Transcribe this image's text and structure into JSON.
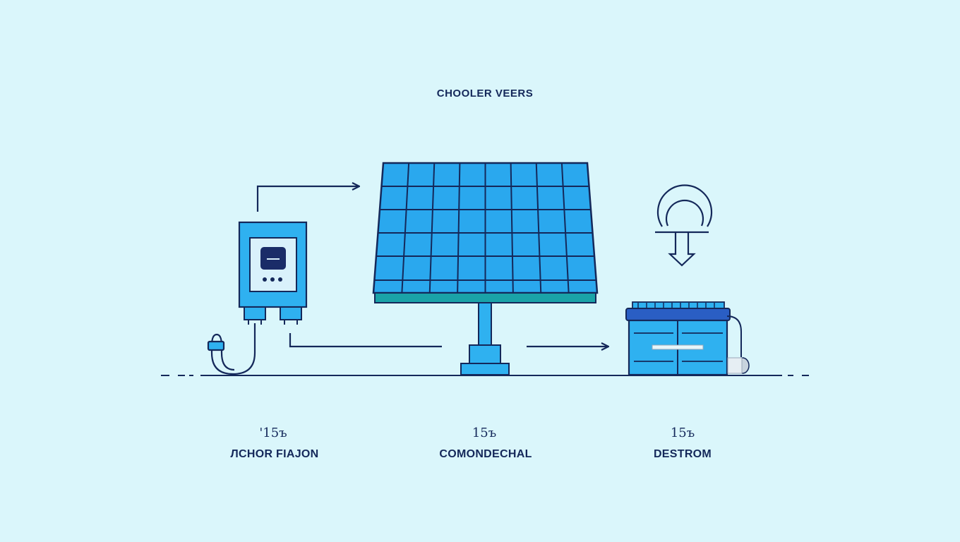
{
  "title": "CHOOLER VEERS",
  "nodes": [
    {
      "id": "inverter",
      "value": "'15ъ",
      "label": "ЛCHOR FIAJON"
    },
    {
      "id": "solar-panel",
      "value": "15ъ",
      "label": "COMONDECHAL"
    },
    {
      "id": "battery",
      "value": "15ъ",
      "label": "DESTROM"
    }
  ],
  "colors": {
    "background": "#daf6fb",
    "stroke": "#14285a",
    "fill": "#2fb1f0",
    "panel_cell": "#2aa8ee",
    "panel_base": "#1aa3a8"
  }
}
